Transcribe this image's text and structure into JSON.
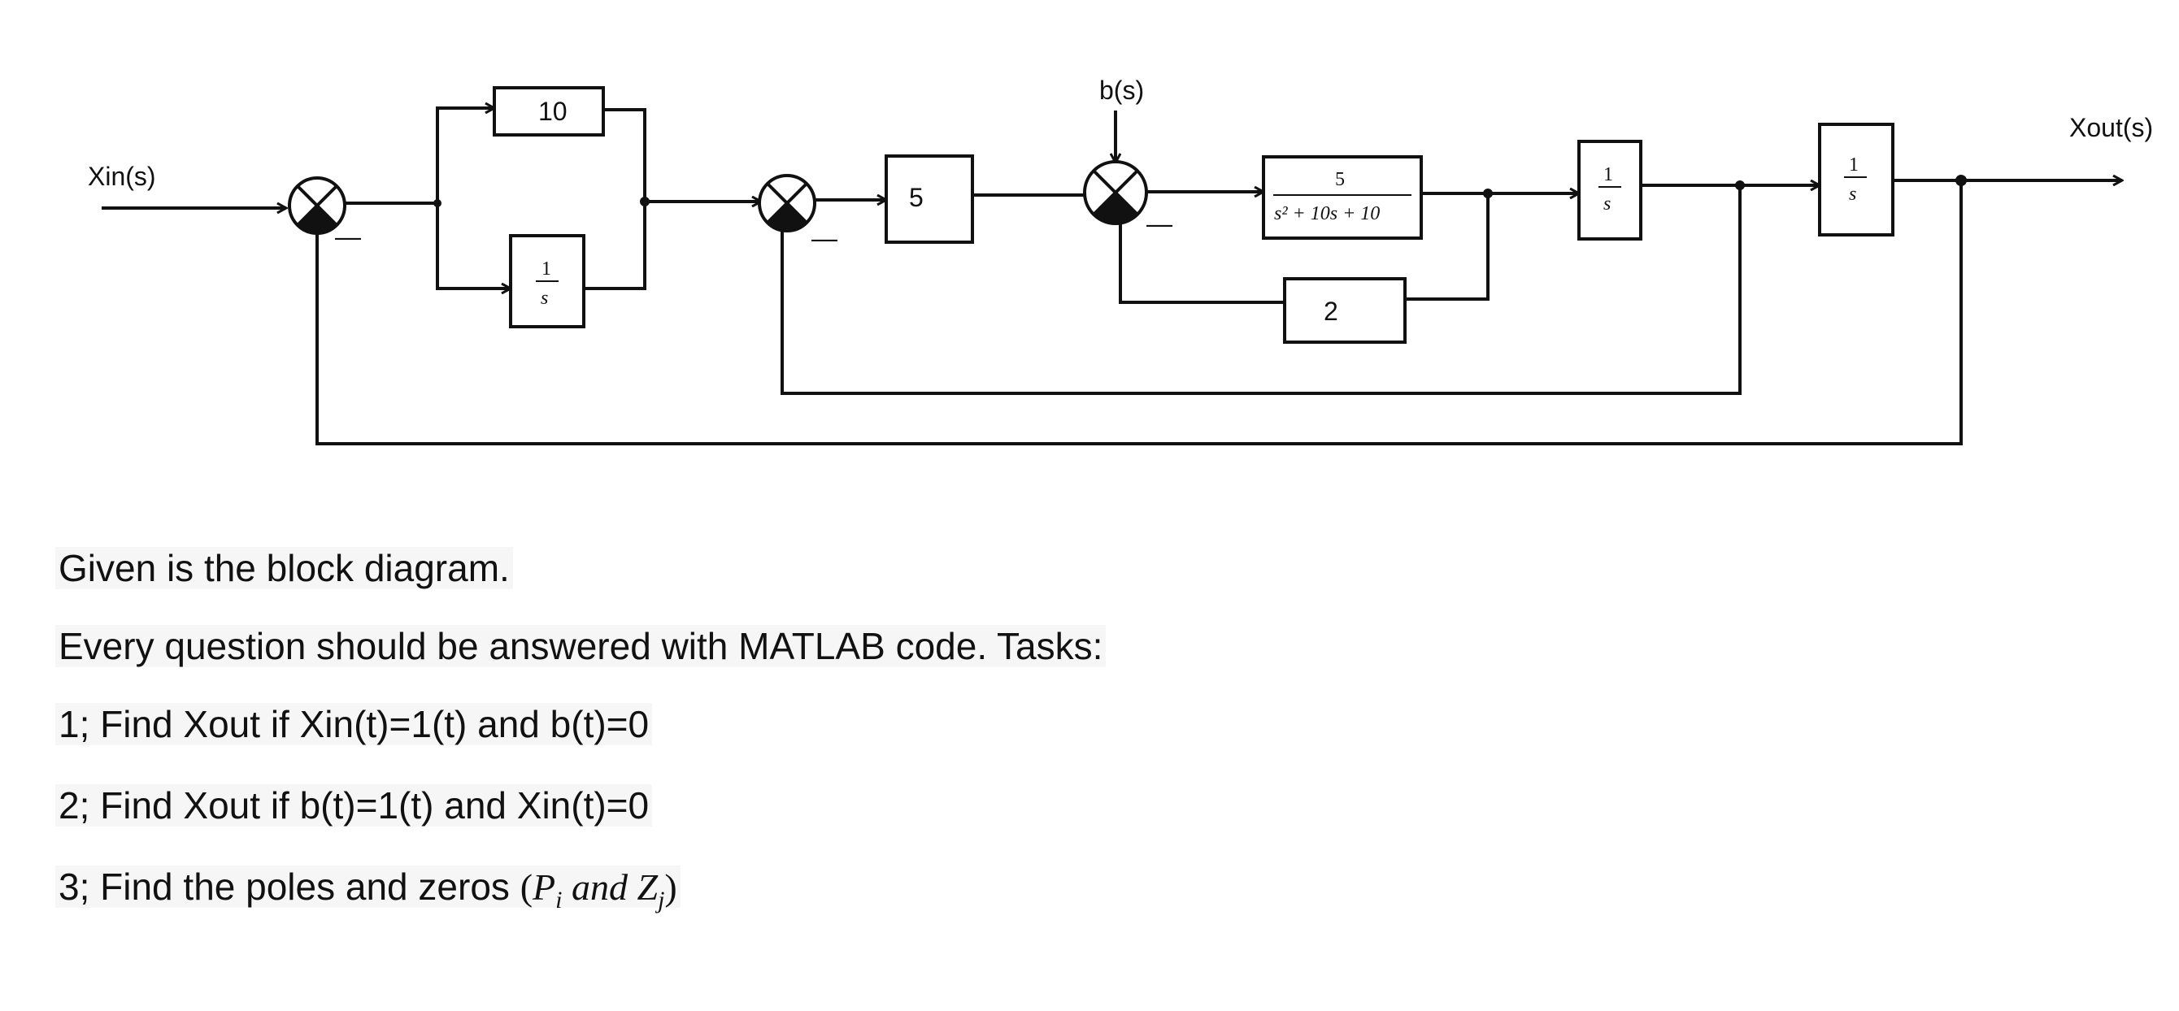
{
  "diagram": {
    "input_label": "Xin(s)",
    "output_label": "Xout(s)",
    "disturbance_label": "b(s)",
    "sum_signs": [
      "—",
      "—",
      "—"
    ],
    "blocks": {
      "gain_10": "10",
      "integrator_a": {
        "num": "1",
        "den": "s"
      },
      "gain_5": "5",
      "plant": {
        "num": "5",
        "den": "s² + 10s + 10"
      },
      "gain_2": "2",
      "integrator_b": {
        "num": "1",
        "den": "s"
      },
      "integrator_c": {
        "num": "1",
        "den": "s"
      }
    }
  },
  "text": {
    "line1": "Given is the block diagram.",
    "line2": "Every question should be answered with MATLAB code. Tasks:",
    "task1": "1; Find Xout if Xin(t)=1(t) and b(t)=0",
    "task2": "2; Find Xout if b(t)=1(t) and Xin(t)=0",
    "task3_prefix": "3; Find the poles and zeros",
    "task3_math": {
      "open": "(",
      "P": "P",
      "P_sub": "i",
      "and": " and ",
      "Z": "Z",
      "Z_sub": "j",
      "close": ")"
    }
  }
}
